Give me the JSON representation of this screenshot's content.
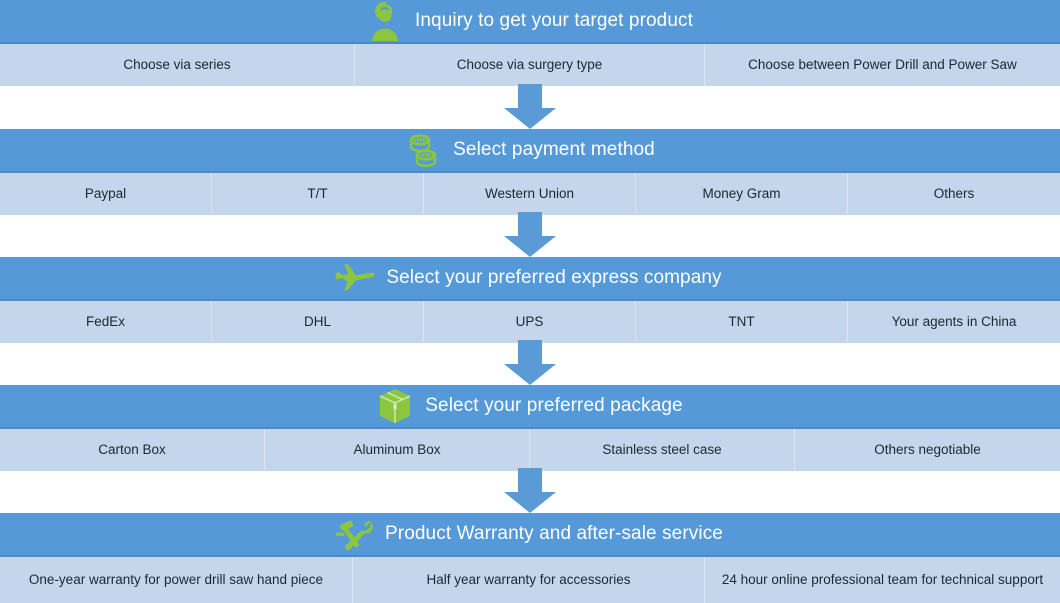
{
  "theme": {
    "band_color": "#5599D8",
    "options_color": "#C5D5EC",
    "icon_color": "#8CC63F",
    "title_color": "#FFFFFF",
    "arrow_color": "#5B9BD5"
  },
  "steps": [
    {
      "icon": "support-agent-icon",
      "title": "Inquiry to get your target product",
      "options": [
        "Choose via series",
        "Choose via surgery type",
        "Choose  between Power Drill and Power Saw"
      ],
      "widths": [
        355,
        350,
        355
      ]
    },
    {
      "icon": "coins-icon",
      "title": "Select payment method",
      "options": [
        "Paypal",
        "T/T",
        "Western Union",
        "Money Gram",
        "Others"
      ],
      "widths": [
        212,
        212,
        212,
        212,
        212
      ]
    },
    {
      "icon": "airplane-icon",
      "title": "Select your preferred express company",
      "options": [
        "FedEx",
        "DHL",
        "UPS",
        "TNT",
        "Your agents in China"
      ],
      "widths": [
        212,
        212,
        212,
        212,
        212
      ]
    },
    {
      "icon": "package-box-icon",
      "title": "Select your preferred package",
      "options": [
        "Carton Box",
        "Aluminum Box",
        "Stainless steel case",
        "Others negotiable"
      ],
      "widths": [
        265,
        265,
        265,
        265
      ]
    },
    {
      "icon": "hammer-wrench-icon",
      "title": "Product Warranty and after-sale service",
      "options": [
        "One-year warranty for power drill saw hand piece",
        "Half year warranty for accessories",
        "24 hour online professional team for technical support"
      ],
      "widths": [
        353,
        352,
        355
      ]
    }
  ],
  "arrows": [
    {
      "name": "arrow-step1-to-step2"
    },
    {
      "name": "arrow-step2-to-step3"
    },
    {
      "name": "arrow-step3-to-step4"
    },
    {
      "name": "arrow-step4-to-step5"
    }
  ]
}
